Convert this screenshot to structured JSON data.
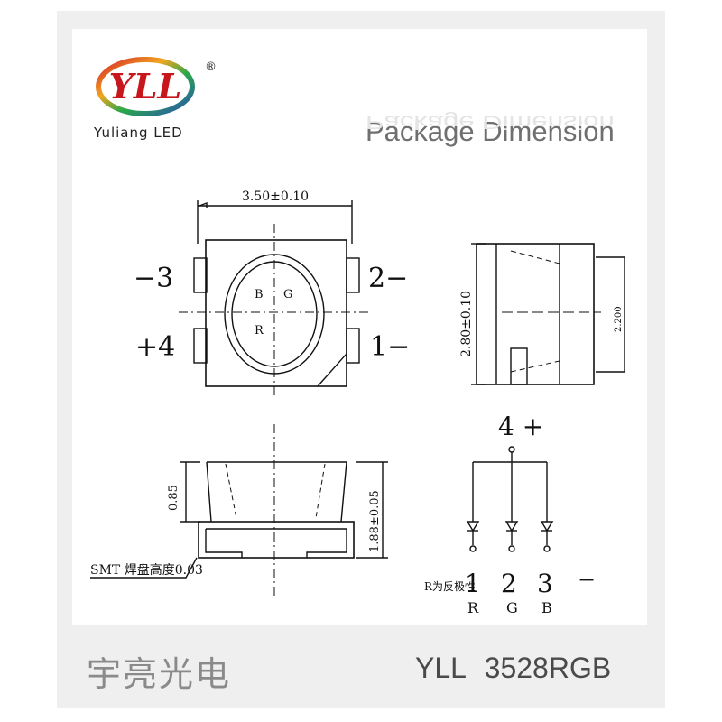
{
  "logo": {
    "text": "YLL",
    "registered": "®"
  },
  "brand": "Yuliang LED",
  "title": "Package Dimension",
  "dims": {
    "width": "3.50±0.10",
    "height": "2.80±0.10",
    "inner": "2.200",
    "lens_height": "0.85",
    "total_height": "1.88±0.05",
    "smt_note": "SMT 焊盘高度0.03"
  },
  "pins": {
    "p3": "−3",
    "p2": "2−",
    "p4": "+4",
    "p1": "1−",
    "common": "4 +",
    "num1": "1",
    "num2": "2",
    "num3": "3",
    "dash": "−",
    "r_label": "R为反极性"
  },
  "lens_letters": {
    "b": "B",
    "g": "G",
    "r": "R"
  },
  "channels": {
    "r": "R",
    "g": "G",
    "b": "B"
  },
  "footer": {
    "company": "宇亮光电",
    "model": "YLL 3528RGB"
  },
  "colors": {
    "line": "#111111",
    "title": "#6f6f6f"
  }
}
